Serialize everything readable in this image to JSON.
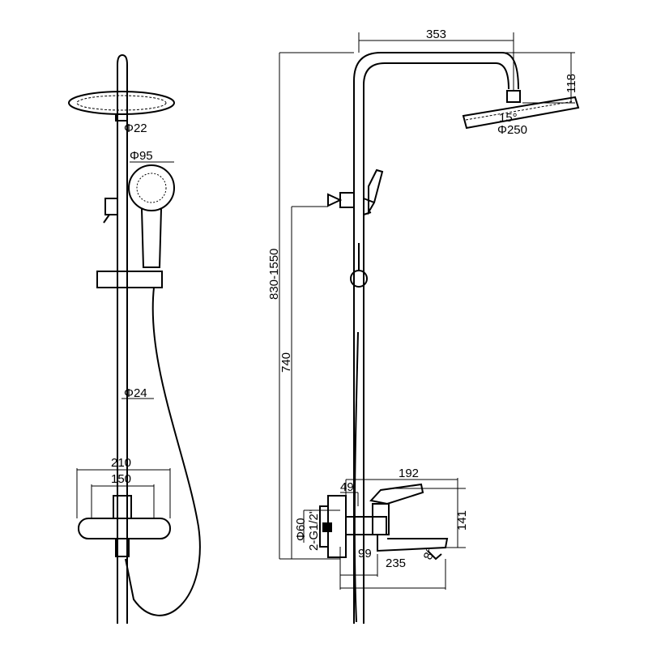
{
  "front_view": {
    "head_pipe_diameter": "Φ22",
    "hand_shower_diameter": "Φ95",
    "riser_diameter": "Φ24",
    "mixer_outer_width": "210",
    "mixer_center_width": "150"
  },
  "side_view": {
    "arm_reach": "353",
    "head_height": "118",
    "head_tilt": "15°",
    "head_diameter": "Φ250",
    "height_range": "830-1550",
    "mixer_to_bracket": "740",
    "mixer_depth": "192",
    "inlet_offset": "49",
    "mixer_height": "141",
    "escutcheon_diameter": "Φ60",
    "inlet_thread": "2-G1/2\"",
    "spout_offset": "99",
    "spout_reach": "235",
    "spout_angle": "8°"
  }
}
